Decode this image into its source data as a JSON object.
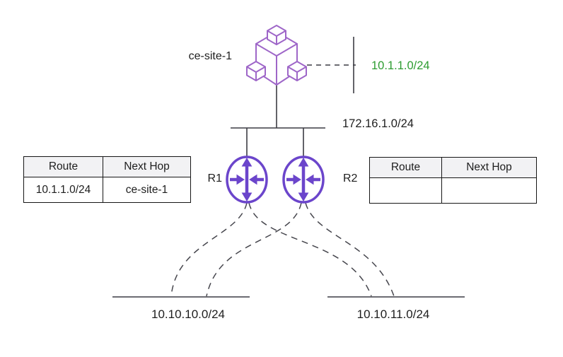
{
  "diagram": {
    "site_label": "ce-site-1",
    "lan_label": "10.1.1.0/24",
    "transit_label": "172.16.1.0/24",
    "router1_label": "R1",
    "router2_label": "R2",
    "segment_left_label": "10.10.10.0/24",
    "segment_right_label": "10.10.11.0/24"
  },
  "tables": {
    "r1": {
      "col_route": "Route",
      "col_next_hop": "Next Hop",
      "row": {
        "route": "10.1.1.0/24",
        "next_hop": "ce-site-1"
      }
    },
    "r2": {
      "col_route": "Route",
      "col_next_hop": "Next Hop",
      "row": {
        "route": "",
        "next_hop": ""
      }
    }
  },
  "icons": {
    "site": "site-cubes-icon",
    "router": "router-arrows-icon"
  },
  "colors": {
    "site_icon_purple": "#9E66C8",
    "router_purple": "#6B45CB",
    "lan_label_green": "#2D9C31",
    "line_gray": "#3C3C43",
    "table_header_bg": "#F2F2F4"
  }
}
